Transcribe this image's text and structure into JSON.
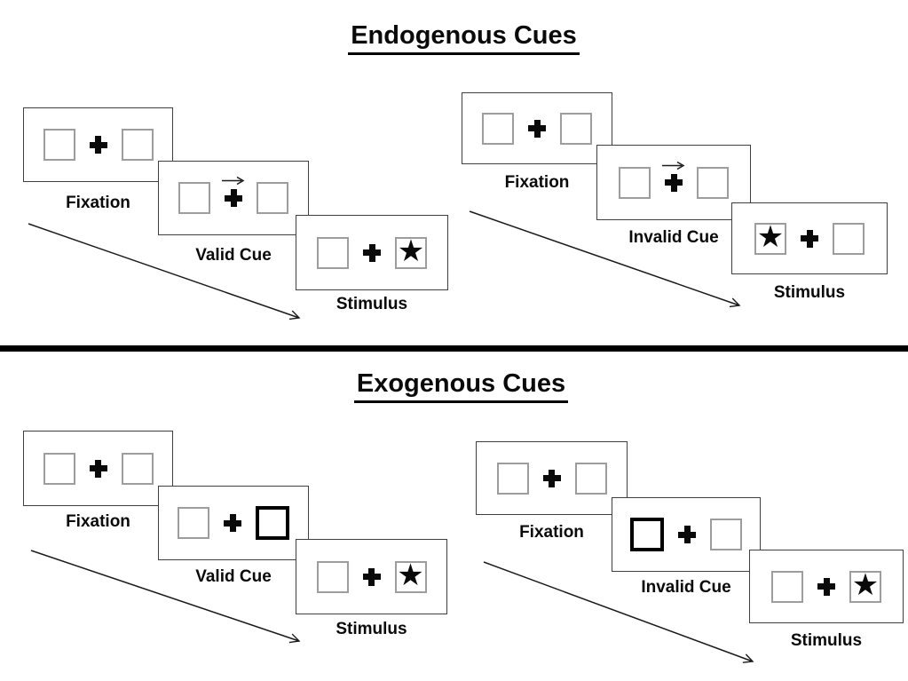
{
  "diagram": {
    "kind": "posner-spatial-cueing-paradigm",
    "colors": {
      "background": "#ffffff",
      "ink": "#0a0a0a",
      "panel_border": "#3f3f3f",
      "placeholder_box_border": "#9d9d9d",
      "peripheral_cue_border": "#000000"
    },
    "icons": {
      "star": "★",
      "fixation_cross": "plus-cross",
      "central_cue": "arrow-right",
      "timeline": "diagonal-arrow-down-right"
    },
    "sections": [
      {
        "title": "Endogenous Cues",
        "sequences": [
          {
            "name": "valid",
            "cue_style": "central-arrow-right",
            "stimulus_side": "right",
            "labels": {
              "fixation": "Fixation",
              "cue": "Valid Cue",
              "stimulus": "Stimulus"
            }
          },
          {
            "name": "invalid",
            "cue_style": "central-arrow-right",
            "stimulus_side": "left",
            "labels": {
              "fixation": "Fixation",
              "cue": "Invalid Cue",
              "stimulus": "Stimulus"
            }
          }
        ]
      },
      {
        "title": "Exogenous Cues",
        "sequences": [
          {
            "name": "valid",
            "cue_style": "peripheral-thick-box-right",
            "stimulus_side": "right",
            "labels": {
              "fixation": "Fixation",
              "cue": "Valid Cue",
              "stimulus": "Stimulus"
            }
          },
          {
            "name": "invalid",
            "cue_style": "peripheral-thick-box-left",
            "stimulus_side": "right",
            "labels": {
              "fixation": "Fixation",
              "cue": "Invalid Cue",
              "stimulus": "Stimulus"
            }
          }
        ]
      }
    ]
  }
}
